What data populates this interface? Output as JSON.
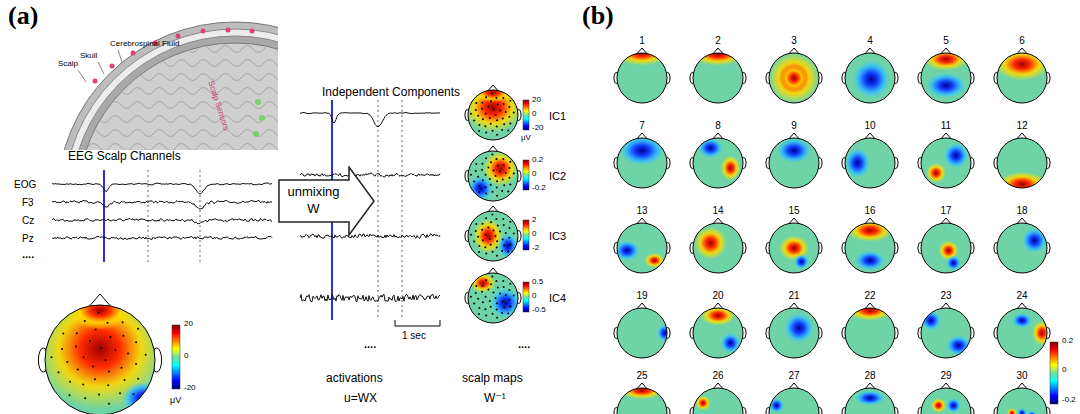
{
  "diagram": {
    "nodes": [
      {
        "text": [
          "unmixing",
          "W"
        ]
      }
    ],
    "labels": [
      "(a)",
      "(b)",
      "Scalp",
      "Skull",
      "Cerebrospinal Fluid",
      "Scalp Sensors",
      "EEG Scalp Channels",
      "EOG",
      "F3",
      "Cz",
      "Pz",
      "....",
      "20",
      "0",
      "-20",
      "μV",
      "Independent Components",
      "20",
      "0",
      "-20",
      "μV",
      "IC1",
      "0.2",
      "0",
      "-0.2",
      "IC2",
      "2",
      "0",
      "-2",
      "IC3",
      "0.5",
      "0",
      "-0.5",
      "IC4",
      "1 sec",
      "....",
      "....",
      "activations",
      "u=WX",
      "scalp maps",
      "W⁻¹",
      "1",
      "2",
      "3",
      "4",
      "5",
      "6",
      "7",
      "8",
      "9",
      "10",
      "11",
      "12",
      "13",
      "14",
      "15",
      "16",
      "17",
      "18",
      "19",
      "20",
      "21",
      "22",
      "23",
      "24",
      "25",
      "26",
      "27",
      "28",
      "29",
      "30",
      "0.2",
      "0",
      "-0.2"
    ]
  }
}
